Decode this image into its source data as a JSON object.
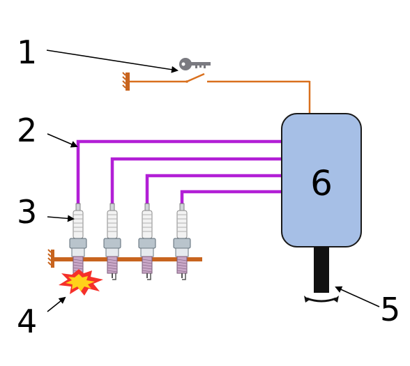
{
  "diagram": {
    "labels": [
      "1",
      "2",
      "3",
      "4",
      "5"
    ],
    "box_label": "6",
    "colors": {
      "wire_primary": "#d9701e",
      "wire_ht": "#b21fd6",
      "ground": "#c8641e",
      "box_fill": "#a6bfe6",
      "box_stroke": "#1a1a1a",
      "shaft": "#111111",
      "plug_ceramic": "#f2f2f2",
      "plug_metal": "#b9c4cc",
      "spark_outer": "#f5302a",
      "spark_inner": "#ffd21a",
      "key": "#7a7a80"
    },
    "icons": [
      "key-icon",
      "switch-icon",
      "ground-icon",
      "spark-plug-icon",
      "spark-icon",
      "rotation-arrow-icon"
    ]
  }
}
